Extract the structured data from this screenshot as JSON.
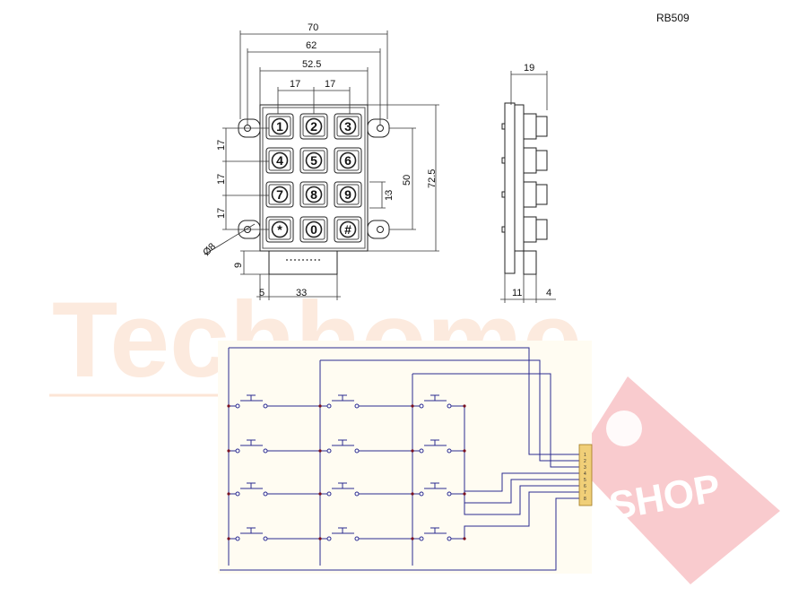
{
  "model": "RB509",
  "watermark": {
    "brand": "Techhome",
    "tag": "SHOP",
    "brand_color": "#f5b48a",
    "tag_color": "#e8454f"
  },
  "front_view": {
    "dimensions": {
      "overall_width": "70",
      "hole_spacing": "62",
      "keypad_width": "52.5",
      "key_pitch_a": "17",
      "key_pitch_b": "17",
      "row_pitch_1": "17",
      "row_pitch_2": "17",
      "row_pitch_3": "17",
      "key_size": "13",
      "hole_vertical": "50",
      "overall_height": "72.5",
      "hole_diameter": "Ø8",
      "connector_drop": "9",
      "connector_offset": "5",
      "connector_width": "33"
    },
    "keys": [
      "1",
      "2",
      "3",
      "4",
      "5",
      "6",
      "7",
      "8",
      "9",
      "*",
      "0",
      "#"
    ]
  },
  "side_view": {
    "dimensions": {
      "depth": "19",
      "body": "11",
      "plate": "4"
    }
  },
  "schematic": {
    "pins": [
      "1",
      "2",
      "3",
      "4",
      "5",
      "6",
      "7",
      "8"
    ],
    "connector_color": "#f0cf78",
    "wire_color": "#2b2b90",
    "node_color": "#7a1020"
  }
}
